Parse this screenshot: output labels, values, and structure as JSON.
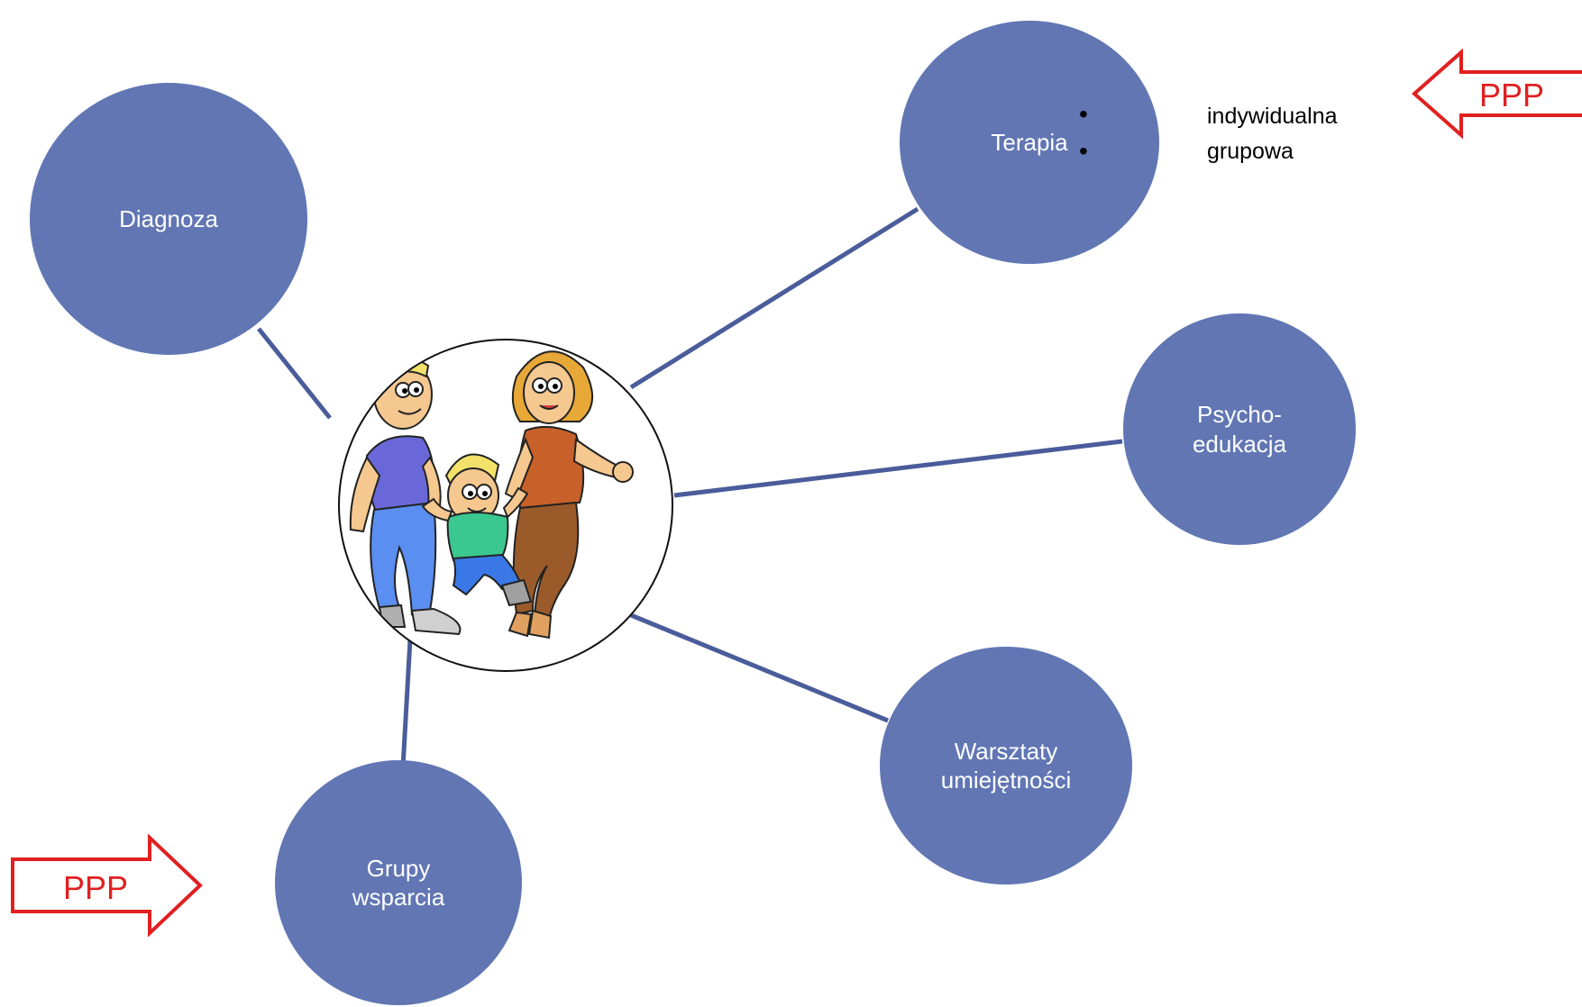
{
  "nodes": {
    "diagnoza": "Diagnoza",
    "terapia": "Terapia",
    "psychoedukacja": "Psycho-\nedukacja",
    "warsztaty": "Warsztaty\numiejętności",
    "grupy": "Grupy\nwsparcia"
  },
  "terapia_types": [
    "indywidualna",
    "grupowa"
  ],
  "arrows": {
    "top_right": "PPP",
    "bottom_left": "PPP"
  },
  "colors": {
    "node_fill": "#6176b3",
    "connector": "#4a5c9a",
    "arrow": "#e02020"
  },
  "center_image": {
    "icon": "family-cartoon-icon"
  }
}
